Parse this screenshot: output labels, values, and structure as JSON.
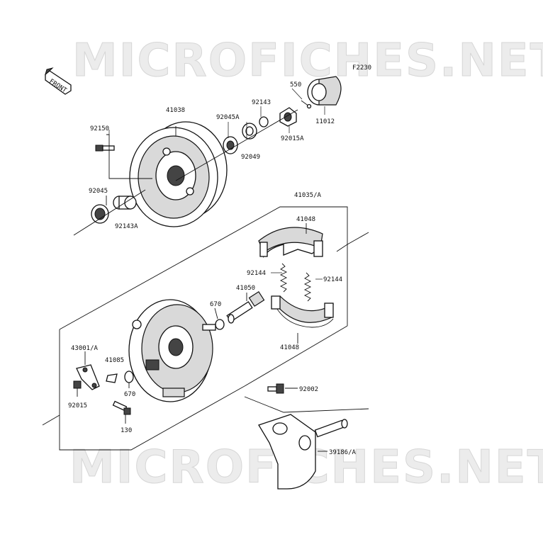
{
  "watermark_top": "MICROFICHES.NET",
  "watermark_bottom": "MICROFICHES.NET",
  "diagram_code": "F2230",
  "front_label": "FRONT",
  "labels": {
    "p92150": "92150",
    "p92045": "92045",
    "p92143A": "92143A",
    "p41038": "41038",
    "p92045A": "92045A",
    "p92143": "92143",
    "p92049": "92049",
    "p92015A": "92015A",
    "p550": "550",
    "p11012": "11012",
    "p41035A": "41035/A",
    "p41048_top": "41048",
    "p92144_left": "92144",
    "p92144_right": "92144",
    "p41050": "41050",
    "p670_top": "670",
    "p41048_bottom": "41048",
    "p43001A": "43001/A",
    "p41085": "41085",
    "p670_bottom": "670",
    "p92015": "92015",
    "p130": "130",
    "p92002": "92002",
    "p39186A": "39186/A"
  }
}
